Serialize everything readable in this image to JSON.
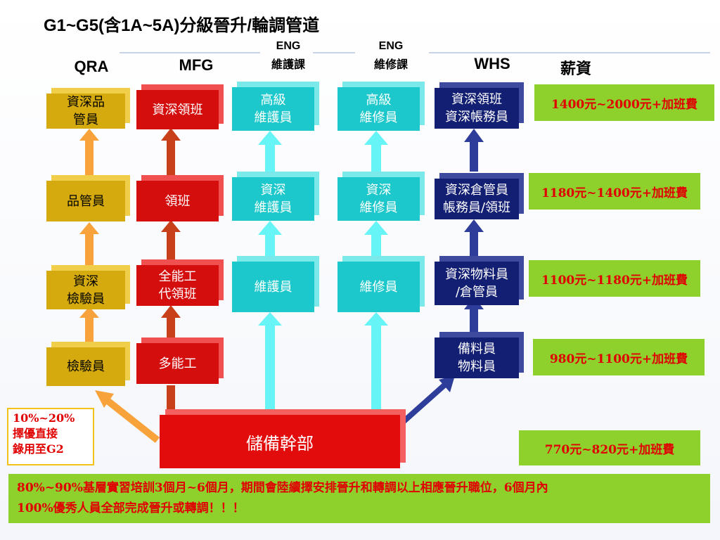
{
  "title": "G1~G5(含1A~5A)分級晉升/輪調管道",
  "columns": {
    "qra": "QRA",
    "mfg": "MFG",
    "eng_maint_l1": "ENG",
    "eng_maint_l2": "維護課",
    "eng_repair_l1": "ENG",
    "eng_repair_l2": "維修課",
    "whs": "WHS",
    "salary": "薪資"
  },
  "qra": {
    "senior_qc": "資深品\n管員",
    "qc": "品管員",
    "senior_inspector": "資深\n檢驗員",
    "inspector": "檢驗員"
  },
  "mfg": {
    "senior_leader": "資深領班",
    "leader": "領班",
    "all_round_deputy": "全能工\n代領班",
    "multi_skilled": "多能工"
  },
  "eng_maint": {
    "senior_level": "高級\n維護員",
    "experienced": "資深\n維護員",
    "staff": "維護員"
  },
  "eng_repair": {
    "senior_level": "高級\n維修員",
    "experienced": "資深\n維修員",
    "staff": "維修員"
  },
  "whs": {
    "l4": "資深領班\n資深帳務員",
    "l3": "資深倉管員\n帳務員/領班",
    "l2": "資深物料員\n/倉管員",
    "l1": "備料員\n物料員"
  },
  "salary": {
    "g5": "1400元~2000元+加班費",
    "g4": "1180元~1400元+加班費",
    "g3": "1100元~1180元+加班費",
    "g2": "980元~1100元+加班費",
    "g1": "770元~820元+加班費"
  },
  "reserve": "儲備幹部",
  "note_left": "10%~20%\n擇優直接\n錄用至G2",
  "note_bottom": "80%~90%基層實習培訓3個月~6個月，期間會陸續擇安排晉升和轉調以上相應晉升職位，6個月內\n100%優秀人員全部完成晉升或轉調！！！",
  "colors": {
    "gold": "#d5aa0f",
    "red": "#d40d0d",
    "cyan": "#1cc8cb",
    "navy": "#131f73",
    "green": "#8ed12c",
    "orange_arrow": "#f7a23a",
    "red_arrow": "#c8401a",
    "cyan_arrow": "#66f4f6",
    "navy_arrow": "#2e3d9a"
  }
}
